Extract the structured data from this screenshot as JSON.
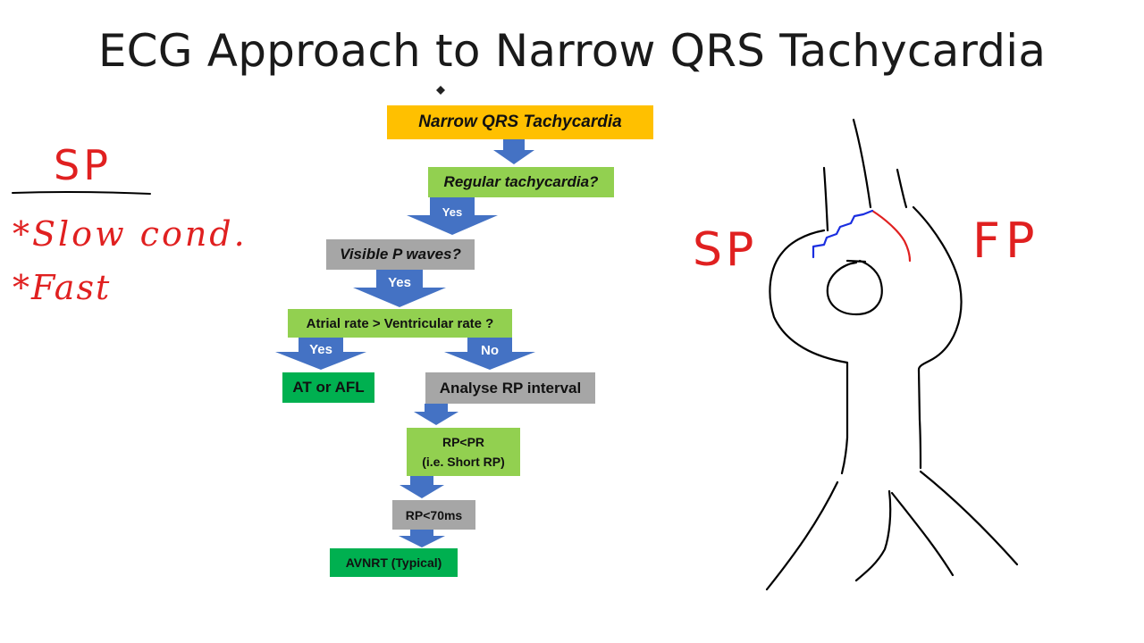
{
  "slide": {
    "title": "ECG Approach to Narrow QRS Tachycardia"
  },
  "flowchart": {
    "start": "Narrow QRS Tachycardia",
    "q_regular": "Regular tachycardia?",
    "yes_1": "Yes",
    "q_visible_p": "Visible P waves?",
    "yes_2": "Yes",
    "q_atrial_rate": "Atrial rate > Ventricular rate ?",
    "yes_3": "Yes",
    "no_1": "No",
    "at_afl": "AT or AFL",
    "analyse_rp": "Analyse RP interval",
    "rp_pr_line1": "RP<PR",
    "rp_pr_line2": "(i.e. Short RP)",
    "rp_70": "RP<70ms",
    "avnrt": "AVNRT (Typical)"
  },
  "annotations": {
    "left_sp": "SP",
    "bullet_1": "*Slow cond.",
    "bullet_2": "*Fast",
    "right_sp": "SP",
    "right_fp": "FP"
  },
  "colors": {
    "orange": "#ffc000",
    "light_green": "#92d050",
    "gray": "#a6a6a6",
    "dark_green": "#00b050",
    "arrow_blue": "#4472c4",
    "ink_red": "#e02020",
    "ink_blue": "#1a2ee0",
    "ink_black": "#000000"
  }
}
